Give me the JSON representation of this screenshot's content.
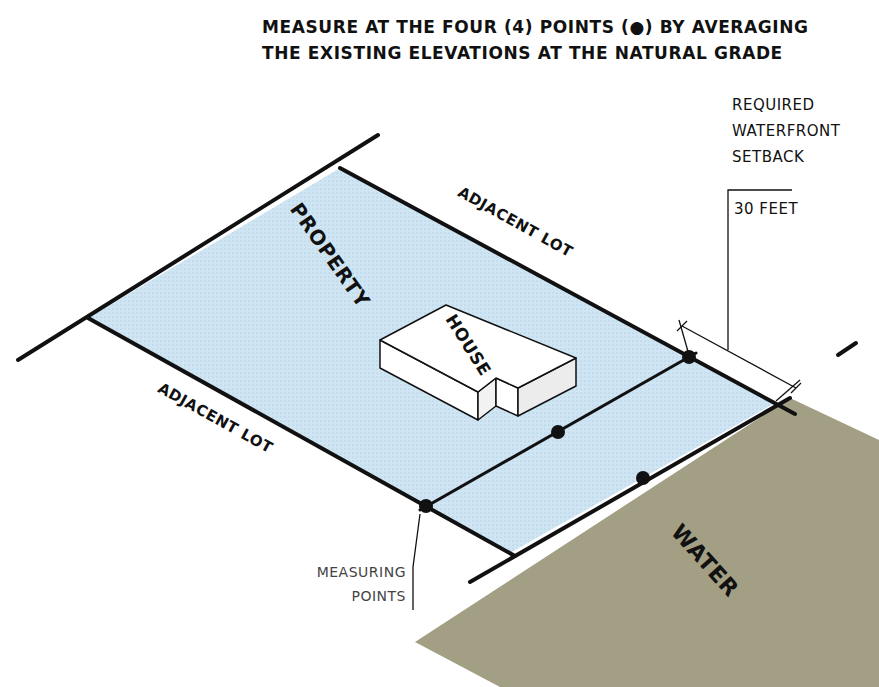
{
  "diagram": {
    "title": "MEASURE AT THE FOUR (4) POINTS (●) BY AVERAGING THE EXISTING ELEVATIONS AT THE NATURAL GRADE",
    "nodes": [
      {
        "text": [
          "PROPERTY"
        ]
      },
      {
        "text": [
          "HOUSE"
        ],
        "in": 0
      },
      {
        "text": [
          "WATER"
        ]
      }
    ],
    "labels": [
      "ADJACENT LOT",
      "ADJACENT LOT",
      "REQUIRED WATERFRONT SETBACK",
      "30 FEET",
      "MEASURING POINTS"
    ]
  }
}
